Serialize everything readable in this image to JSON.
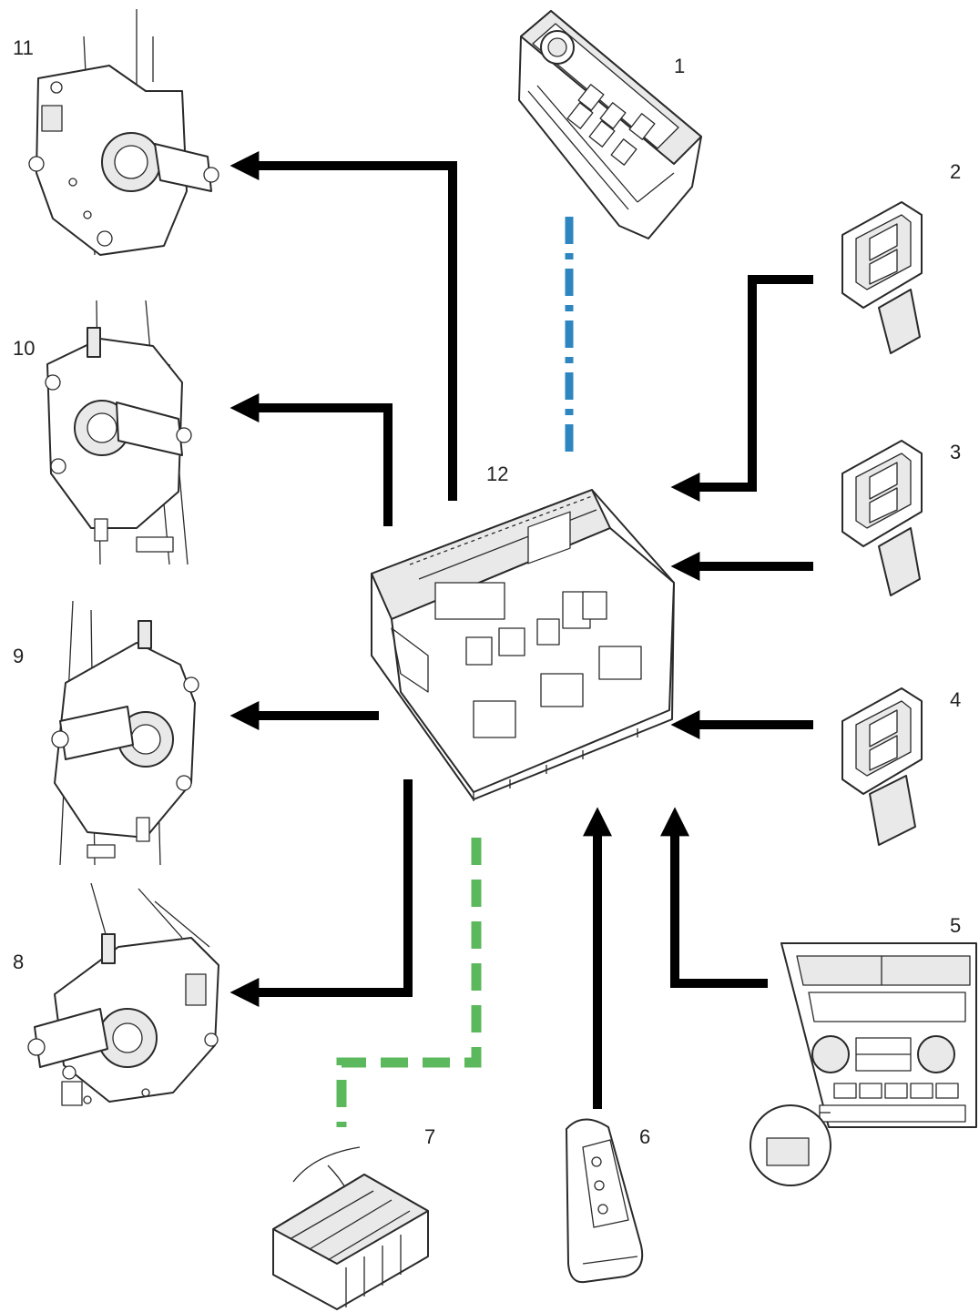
{
  "labels": {
    "n1": "1",
    "n2": "2",
    "n3": "3",
    "n4": "4",
    "n5": "5",
    "n6": "6",
    "n7": "7",
    "n8": "8",
    "n9": "9",
    "n10": "10",
    "n11": "11",
    "n12": "12"
  },
  "colors": {
    "arrow": "#000000",
    "blue_link": "#2e86c1",
    "green_link": "#5cb85c"
  }
}
